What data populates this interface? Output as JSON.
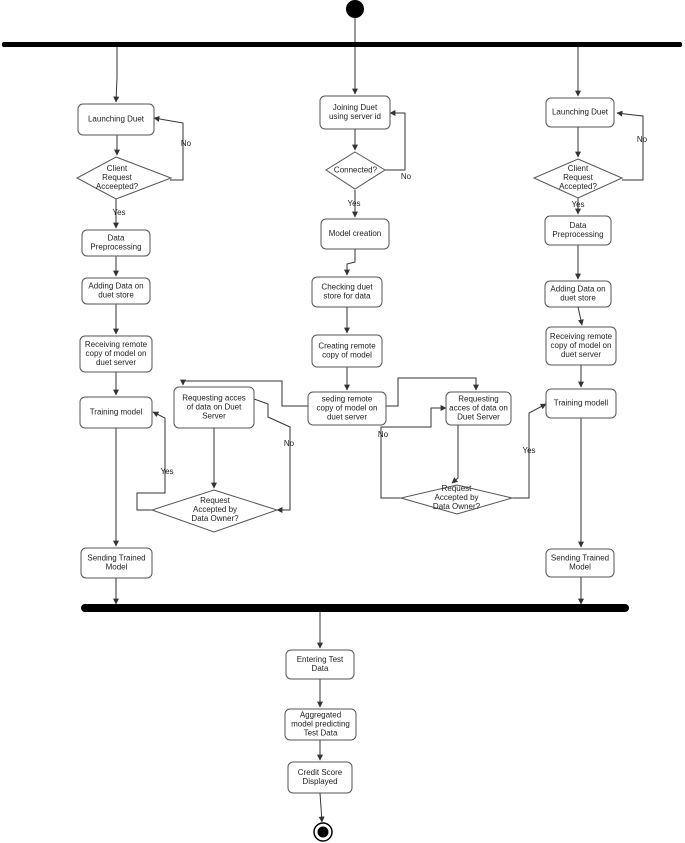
{
  "nodes": {
    "left_launch": "Launching Duet",
    "left_decision": "Client\nRequest\nAcceepted?",
    "left_preprocess": "Data\nPreprocessing",
    "left_adding": "Adding Data on\nduet store",
    "left_receiving": "Receiving remote\ncopy of model on\nduet server",
    "left_training": "Training model",
    "left_sending": "Sending Trained\nModel",
    "mid_joining": "Joining Duet\nusing server id",
    "mid_connected": "Connected?",
    "mid_model": "Model creation",
    "mid_checking": "Checking duet\nstore for data",
    "mid_creating": "Creating remote\ncopy of model",
    "mid_seding": "seding remote\ncopy of model on\nduet server",
    "left_requesting": "Requesting acces\nof data on Duet\nServer",
    "left_req_accepted": "Request\nAccepted by\nData  Owner?",
    "right_requesting": "Requesting\nacces of data on\nDuet Server",
    "right_req_accepted": "Request\nAccepted by\nData  Owner?",
    "right_launch": "Launching Duet",
    "right_decision": "Client\nRequest\nAccepted?",
    "right_preprocess": "Data\nPreprocessing",
    "right_adding": "Adding Data on\nduet store",
    "right_receiving": "Receiving remote\ncopy of model on\nduet server",
    "right_training": "Training modell",
    "right_sending": "Sending Trained\nModel",
    "entering": "Entering Test\nData",
    "aggregated": "Aggregated\nmodel predicting\nTest Data",
    "credit": "Credit Score\nDisplayed"
  },
  "labels": {
    "left_no": "No",
    "left_yes": "Yes",
    "mid_no": "No",
    "mid_yes": "Yes",
    "right_no": "No",
    "right_yes": "Yes",
    "lreq_no": "No",
    "lreq_yes": "Yes",
    "rreq_no": "No",
    "rreq_yes": "Yes"
  }
}
